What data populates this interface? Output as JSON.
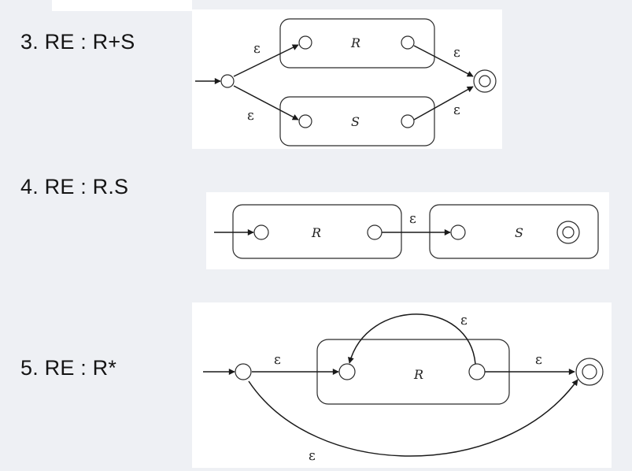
{
  "sections": [
    {
      "heading": "3. RE : R+S",
      "inner": [
        "R",
        "S"
      ],
      "epsilon": "ε"
    },
    {
      "heading": "4. RE : R.S",
      "inner": [
        "R",
        "S"
      ],
      "epsilon": "ε"
    },
    {
      "heading": "5. RE : R*",
      "inner": [
        "R"
      ],
      "epsilon": "ε"
    }
  ],
  "colors": {
    "background": "#eef0f4",
    "panel": "#ffffff",
    "ink": "#1a1a1a"
  }
}
